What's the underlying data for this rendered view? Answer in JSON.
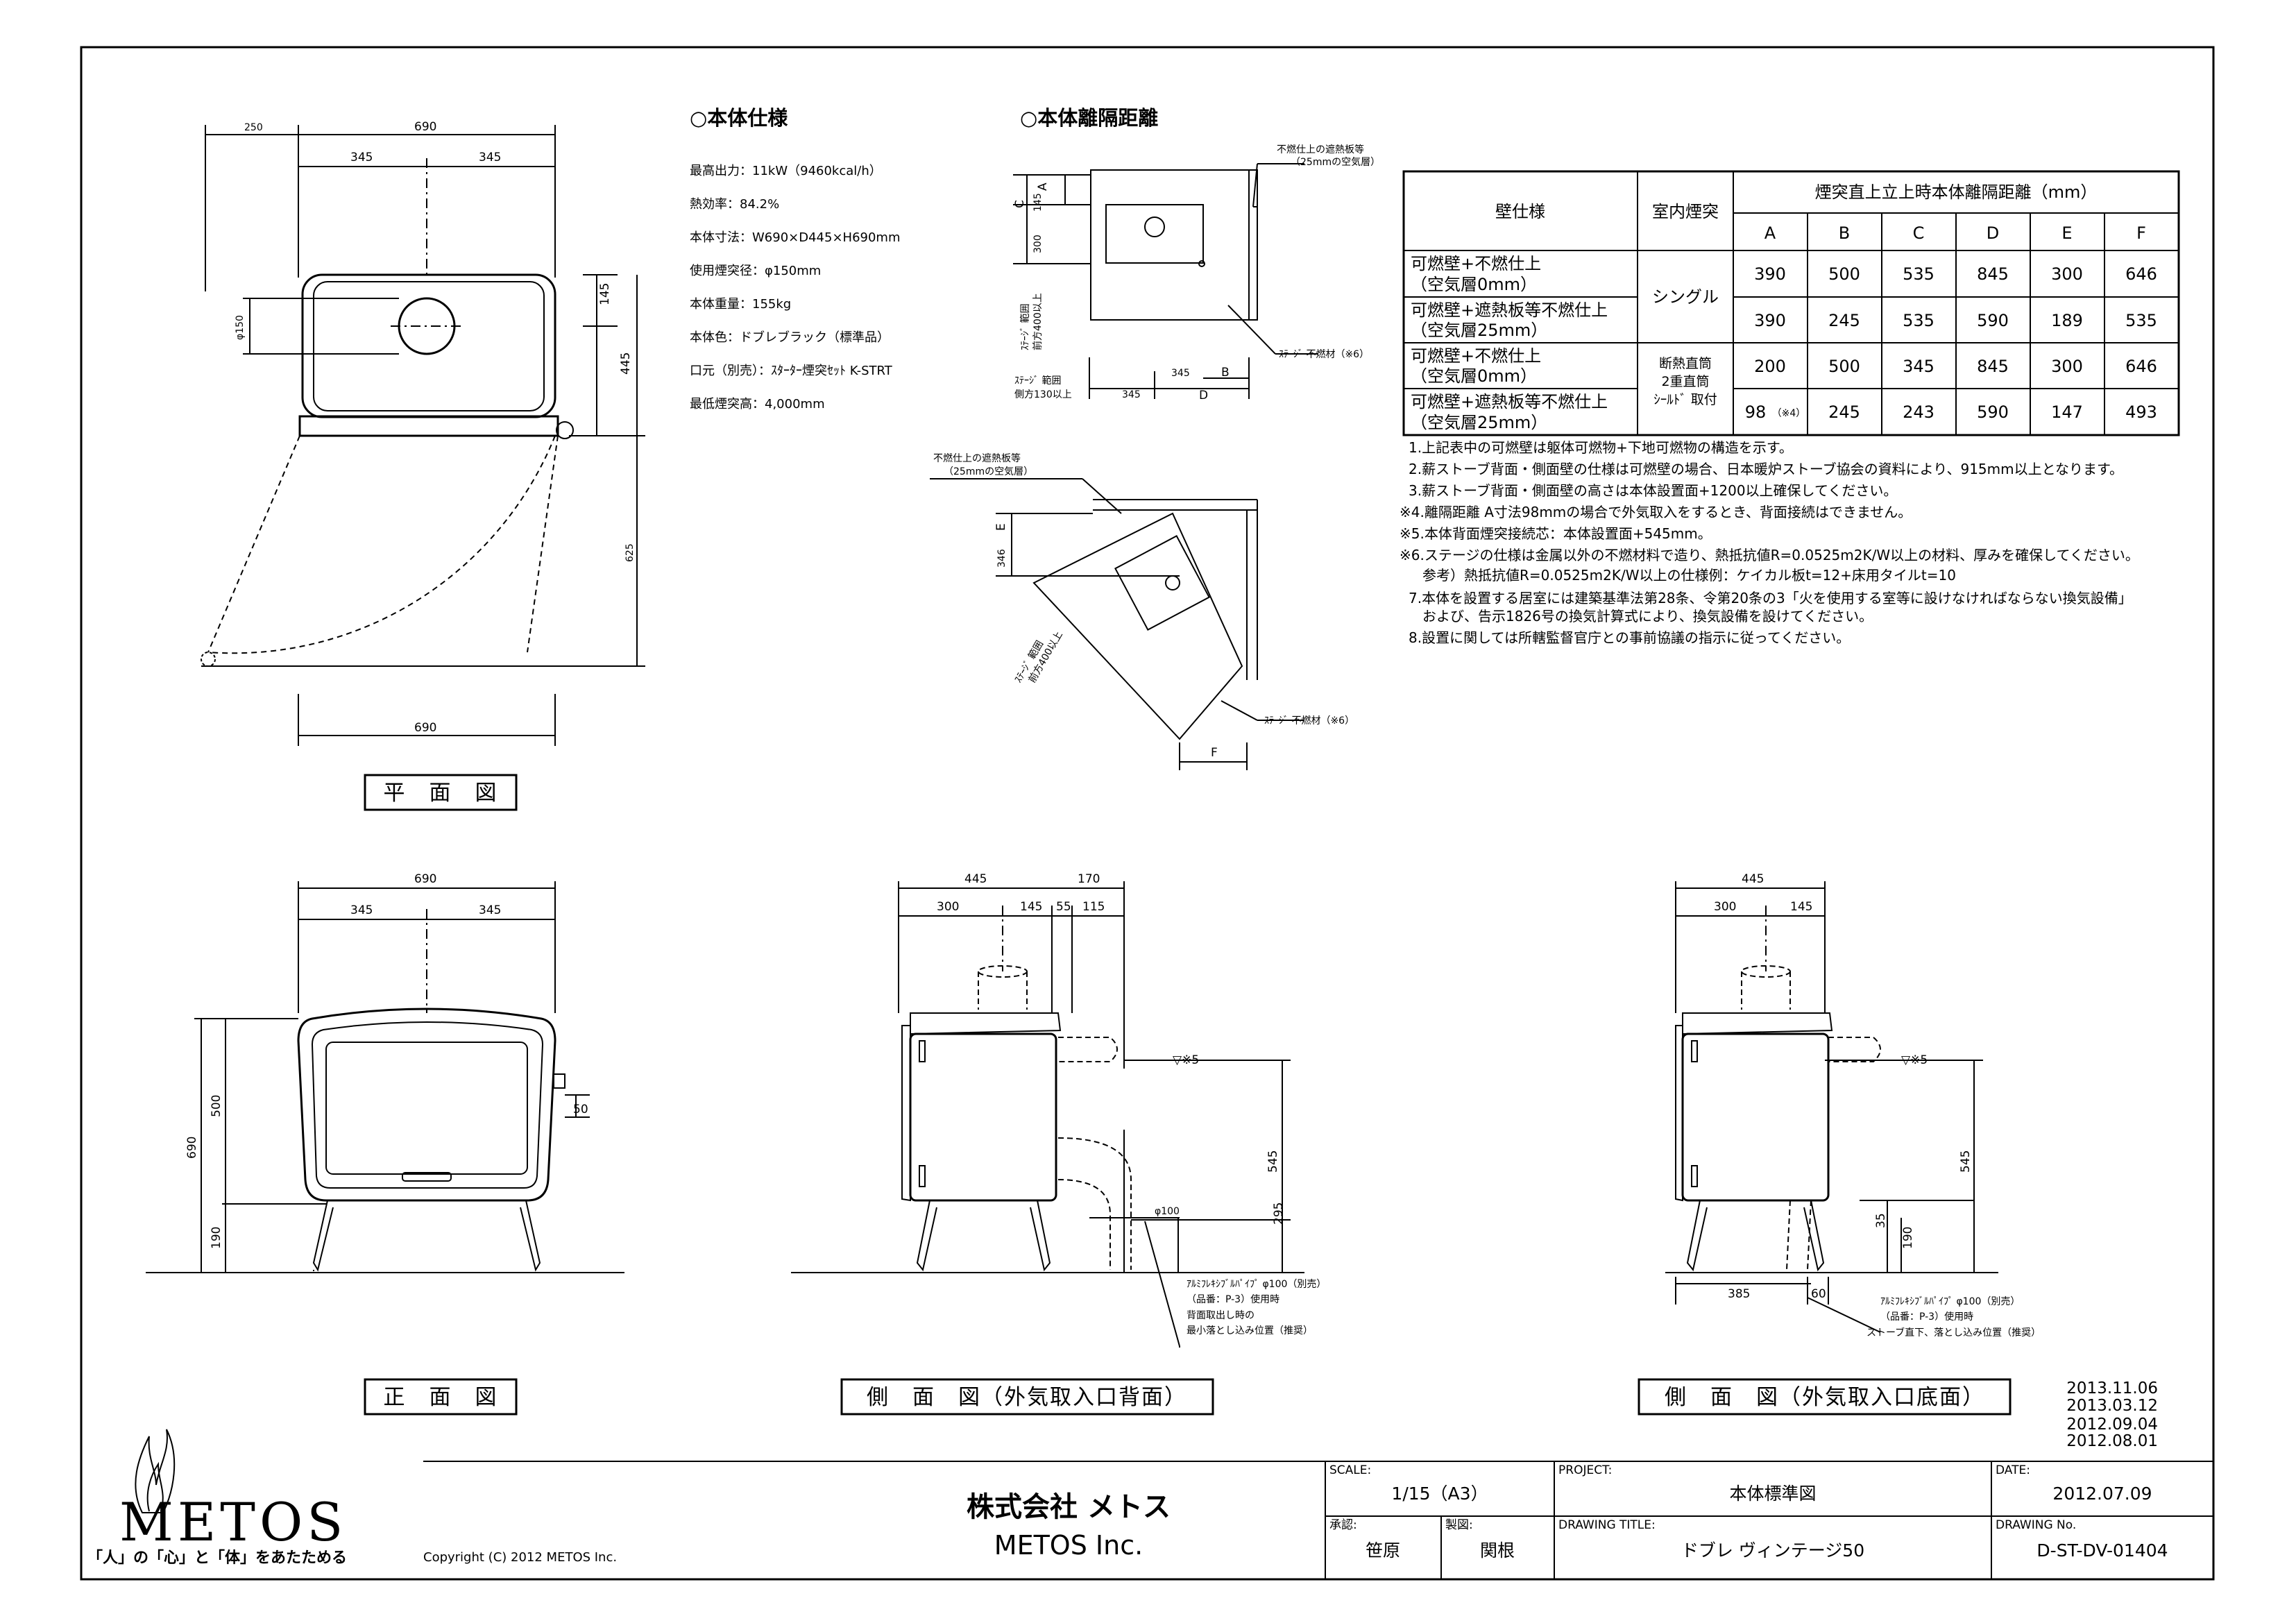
{
  "spec": {
    "title": "○本体仕様",
    "lines": [
      "最高出力：11kW（9460kcal/h）",
      "熱効率：84.2%",
      "本体寸法：W690×D445×H690mm",
      "使用煙突径：φ150mm",
      "本体重量：155kg",
      "本体色：ドブレブラック（標準品）",
      "口元（別売）：ｽﾀｰﾀｰ煙突ｾｯﾄ K-STRT",
      "最低煙突高：4,000mm"
    ]
  },
  "clearance": {
    "title": "○本体離隔距離",
    "shield_label": "不燃仕上の遮熱板等",
    "shield_sub": "（25mmの空気層）",
    "stage_label": "ｽﾃｰｼﾞ 不燃材（※6）",
    "stage_range": "ｽﾃｰｼﾞ 範囲",
    "stage_front": "前方400以上",
    "stage_side": "側方130以上",
    "d145": "145",
    "d300": "300",
    "d345": "345",
    "d346": "346",
    "lA": "A",
    "lB": "B",
    "lC": "C",
    "lD": "D",
    "lE": "E",
    "lF": "F"
  },
  "table": {
    "h_wall": "壁仕様",
    "h_chimney": "室内煙突",
    "h_dist": "煙突直上立上時本体離隔距離（mm）",
    "cols": [
      "A",
      "B",
      "C",
      "D",
      "E",
      "F"
    ],
    "rows": [
      {
        "wall1": "可燃壁+不燃仕上",
        "wall2": "（空気層0mm）",
        "values": [
          "390",
          "500",
          "535",
          "845",
          "300",
          "646"
        ]
      },
      {
        "wall1": "可燃壁+遮熱板等不燃仕上",
        "wall2": "（空気層25mm）",
        "values": [
          "390",
          "245",
          "535",
          "590",
          "189",
          "535"
        ]
      },
      {
        "wall1": "可燃壁+不燃仕上",
        "wall2": "（空気層0mm）",
        "values": [
          "200",
          "500",
          "345",
          "845",
          "300",
          "646"
        ]
      },
      {
        "wall1": "可燃壁+遮熱板等不燃仕上",
        "wall2": "（空気層25mm）",
        "values": [
          "98",
          "245",
          "243",
          "590",
          "147",
          "493"
        ]
      }
    ],
    "single": "シングル",
    "dbl1": "断熱直筒",
    "dbl2": "2重直筒",
    "dbl3": "ｼｰﾙﾄﾞ 取付",
    "note4": "（※4）"
  },
  "notes": [
    "1.上記表中の可燃壁は躯体可燃物+下地可燃物の構造を示す。",
    "2.薪ストーブ背面・側面壁の仕様は可燃壁の場合、日本暖炉ストーブ協会の資料により、915mm以上となります。",
    "3.薪ストーブ背面・側面壁の高さは本体設置面+1200以上確保してください。",
    "※4.離隔距離 A寸法98mmの場合で外気取入をするとき、背面接続はできません。",
    "※5.本体背面煙突接続芯：本体設置面+545mm。",
    "※6.ステージの仕様は金属以外の不燃材料で造り、熱抵抗値R=0.0525m2K/W以上の材料、厚みを確保してください。",
    "　参考）熱抵抗値R=0.0525m2K/W以上の仕様例：ケイカル板t=12+床用タイルt=10",
    "7.本体を設置する居室には建築基準法第28条、令第20条の3「火を使用する室等に設けなければならない換気設備」",
    "　および、告示1826号の換気計算式により、換気設備を設けてください。",
    "8.設置に関しては所轄監督官庁との事前協議の指示に従ってください。"
  ],
  "plan": {
    "d250": "250",
    "d690": "690",
    "d345": "345",
    "d145": "145",
    "d445": "445",
    "d625": "625",
    "d150": "φ150",
    "d690b": "690"
  },
  "front": {
    "d690": "690",
    "d345": "345",
    "d500": "500",
    "d190": "190",
    "d50": "50",
    "d690v": "690"
  },
  "side1": {
    "d445": "445",
    "d170": "170",
    "d300": "300",
    "d145": "145",
    "d55": "55",
    "d115": "115",
    "d545": "545",
    "d295": "295",
    "d100": "φ100",
    "mark5": "▽※5",
    "pipe1": "ｱﾙﾐﾌﾚｷｼﾌﾞﾙﾊﾟｲﾌﾟ φ100（別売）",
    "pipe2": "（品番：P-3）使用時",
    "pipe3": "背面取出し時の",
    "pipe4": "最小落とし込み位置（推奨）"
  },
  "side2": {
    "d445": "445",
    "d300": "300",
    "d145": "145",
    "d545": "545",
    "d35": "35",
    "d190": "190",
    "d385": "385",
    "d60": "60",
    "mark5": "▽※5",
    "pipe1": "ｱﾙﾐﾌﾚｷｼﾌﾞﾙﾊﾟｲﾌﾟ φ100（別売）",
    "pipe2": "（品番：P-3）使用時",
    "pipe3": "ストーブ直下、落とし込み位置（推奨）"
  },
  "views": {
    "plan": "平　面　図",
    "front": "正　面　図",
    "side1": "側　面　図（外気取入口背面）",
    "side2": "側　面　図（外気取入口底面）"
  },
  "revisions": [
    "2013.11.06",
    "2013.03.12",
    "2012.09.04",
    "2012.08.01"
  ],
  "logo": {
    "name": "METOS",
    "tagline": "「人」の「心」と「体」をあたためる"
  },
  "copyright": "Copyright (C) 2012 METOS Inc.",
  "company": {
    "jp": "株式会社 メトス",
    "en": "METOS Inc."
  },
  "title_block": {
    "scale_label": "SCALE:",
    "scale": "1/15（A3）",
    "project_label": "PROJECT:",
    "project": "本体標準図",
    "date_label": "DATE:",
    "date": "2012.07.09",
    "approved_label": "承認:",
    "approved": "笹原",
    "drawn_label": "製図:",
    "drawn": "関根",
    "title_label": "DRAWING TITLE:",
    "title": "ドブレ ヴィンテージ50",
    "no_label": "DRAWING No.",
    "no": "D-ST-DV-01404"
  }
}
